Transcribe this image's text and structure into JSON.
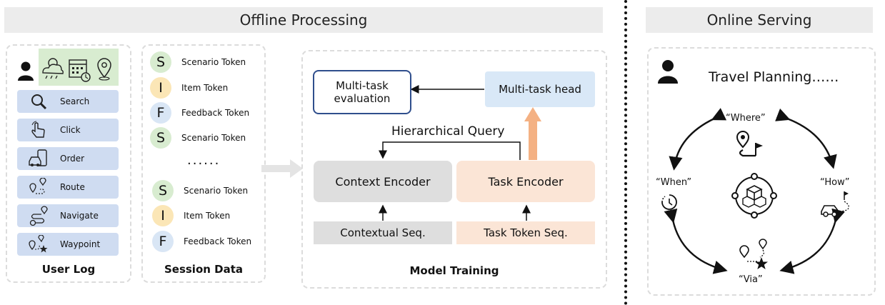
{
  "headers": {
    "offline": "Offline Processing",
    "online": "Online Serving"
  },
  "user_log": {
    "title": "User Log",
    "items": [
      "Search",
      "Click",
      "Order",
      "Route",
      "Navigate",
      "Waypoint"
    ]
  },
  "session_data": {
    "title": "Session Data",
    "tokens": [
      {
        "letter": "S",
        "label": "Scenario Token",
        "color": "green"
      },
      {
        "letter": "I",
        "label": "Item Token",
        "color": "yellow"
      },
      {
        "letter": "F",
        "label": "Feedback Token",
        "color": "blue"
      },
      {
        "letter": "S",
        "label": "Scenario Token",
        "color": "green"
      },
      {
        "letter": "S",
        "label": "Scenario Token",
        "color": "green"
      },
      {
        "letter": "I",
        "label": "Item Token",
        "color": "yellow"
      },
      {
        "letter": "F",
        "label": "Feedback Token",
        "color": "blue"
      }
    ],
    "ellipsis": "......"
  },
  "model_training": {
    "title": "Model Training",
    "eval_line1": "Multi-task",
    "eval_line2": "evaluation",
    "head": "Multi-task head",
    "query": "Hierarchical Query",
    "context_encoder": "Context Encoder",
    "task_encoder": "Task Encoder",
    "contextual_seq": "Contextual Seq.",
    "task_seq": "Task Token Seq."
  },
  "online": {
    "title": "Travel Planning……",
    "where": "“Where”",
    "when": "“When”",
    "how": "“How”",
    "via": "“Via”"
  },
  "colors": {
    "log_item": "#cfdcf1",
    "context_gray": "#dedede",
    "task_peach": "#fbe5d6",
    "head_blue": "#d9e8f7",
    "eval_border": "#2f4e8c",
    "orange_arrow": "#f4b183"
  }
}
